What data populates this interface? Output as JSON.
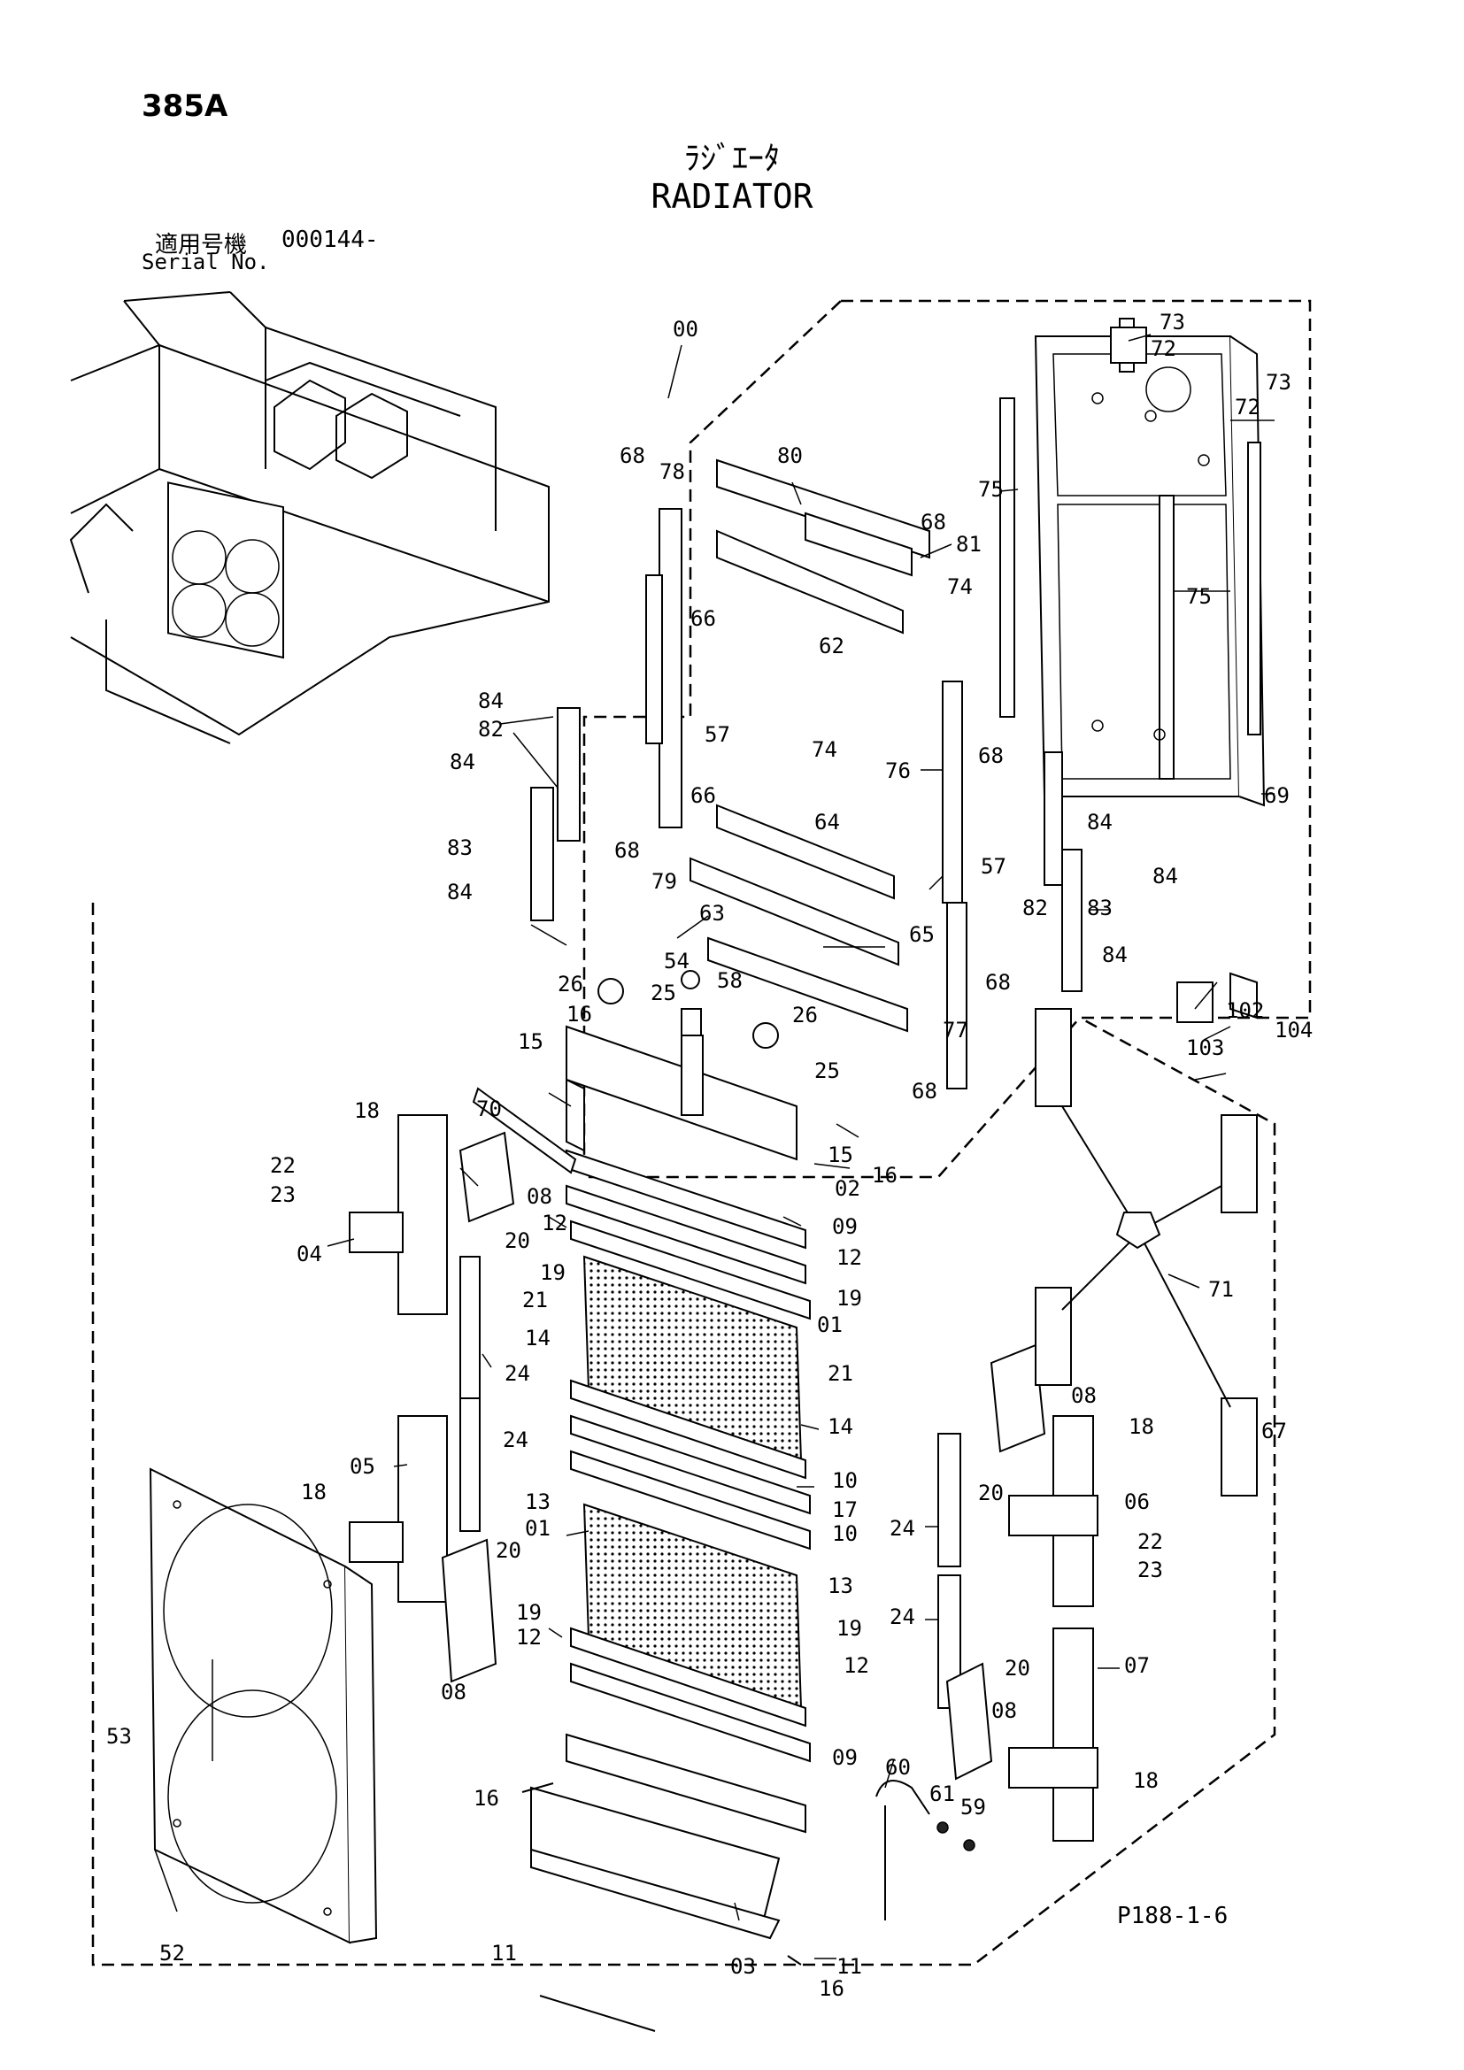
{
  "header": {
    "model": "385A",
    "title_jp": "ﾗｼﾞｴｰﾀ",
    "title_en": "RADIATOR",
    "serial_label_jp": "適用号機",
    "serial_value": "000144-",
    "serial_label_en": "Serial No."
  },
  "footer": {
    "page_ref": "P188-1-6"
  },
  "callouts": [
    {
      "id": "c00",
      "label": "00"
    },
    {
      "id": "c73a",
      "label": "73"
    },
    {
      "id": "c72a",
      "label": "72"
    },
    {
      "id": "c72b",
      "label": "72"
    },
    {
      "id": "c73b",
      "label": "73"
    },
    {
      "id": "c68a",
      "label": "68"
    },
    {
      "id": "c78",
      "label": "78"
    },
    {
      "id": "c80",
      "label": "80"
    },
    {
      "id": "c75a",
      "label": "75"
    },
    {
      "id": "c68b",
      "label": "68"
    },
    {
      "id": "c81",
      "label": "81"
    },
    {
      "id": "c75b",
      "label": "75"
    },
    {
      "id": "c74a",
      "label": "74"
    },
    {
      "id": "c66a",
      "label": "66"
    },
    {
      "id": "c62",
      "label": "62"
    },
    {
      "id": "c84a",
      "label": "84"
    },
    {
      "id": "c82a",
      "label": "82"
    },
    {
      "id": "c57a",
      "label": "57"
    },
    {
      "id": "c68c",
      "label": "68"
    },
    {
      "id": "c84b",
      "label": "84"
    },
    {
      "id": "c74b",
      "label": "74"
    },
    {
      "id": "c76",
      "label": "76"
    },
    {
      "id": "c69",
      "label": "69"
    },
    {
      "id": "c66b",
      "label": "66"
    },
    {
      "id": "c64",
      "label": "64"
    },
    {
      "id": "c84c",
      "label": "84"
    },
    {
      "id": "c83a",
      "label": "83"
    },
    {
      "id": "c68d",
      "label": "68"
    },
    {
      "id": "c57b",
      "label": "57"
    },
    {
      "id": "c84d",
      "label": "84"
    },
    {
      "id": "c79",
      "label": "79"
    },
    {
      "id": "c63",
      "label": "63"
    },
    {
      "id": "c82b",
      "label": "82"
    },
    {
      "id": "c83b",
      "label": "83"
    },
    {
      "id": "c84e",
      "label": "84"
    },
    {
      "id": "c65",
      "label": "65"
    },
    {
      "id": "c54",
      "label": "54"
    },
    {
      "id": "c84f",
      "label": "84"
    },
    {
      "id": "c68e",
      "label": "68"
    },
    {
      "id": "c26a",
      "label": "26"
    },
    {
      "id": "c25a",
      "label": "25"
    },
    {
      "id": "c58",
      "label": "58"
    },
    {
      "id": "c104",
      "label": "104"
    },
    {
      "id": "c16a",
      "label": "16"
    },
    {
      "id": "c26b",
      "label": "26"
    },
    {
      "id": "c102",
      "label": "102"
    },
    {
      "id": "c15a",
      "label": "15"
    },
    {
      "id": "c77",
      "label": "77"
    },
    {
      "id": "c103",
      "label": "103"
    },
    {
      "id": "c25b",
      "label": "25"
    },
    {
      "id": "c68f",
      "label": "68"
    },
    {
      "id": "c18a",
      "label": "18"
    },
    {
      "id": "c70",
      "label": "70"
    },
    {
      "id": "c15b",
      "label": "15"
    },
    {
      "id": "c16b",
      "label": "16"
    },
    {
      "id": "c22a",
      "label": "22"
    },
    {
      "id": "c02",
      "label": "02"
    },
    {
      "id": "c23a",
      "label": "23"
    },
    {
      "id": "c08a",
      "label": "08"
    },
    {
      "id": "c12a",
      "label": "12"
    },
    {
      "id": "c09a",
      "label": "09"
    },
    {
      "id": "c04",
      "label": "04"
    },
    {
      "id": "c20a",
      "label": "20"
    },
    {
      "id": "c12b",
      "label": "12"
    },
    {
      "id": "c19a",
      "label": "19"
    },
    {
      "id": "c19b",
      "label": "19"
    },
    {
      "id": "c71",
      "label": "71"
    },
    {
      "id": "c21a",
      "label": "21"
    },
    {
      "id": "c01a",
      "label": "01"
    },
    {
      "id": "c14a",
      "label": "14"
    },
    {
      "id": "c24a",
      "label": "24"
    },
    {
      "id": "c21b",
      "label": "21"
    },
    {
      "id": "c08b",
      "label": "08"
    },
    {
      "id": "c67",
      "label": "67"
    },
    {
      "id": "c14b",
      "label": "14"
    },
    {
      "id": "c24b",
      "label": "24"
    },
    {
      "id": "c18b",
      "label": "18"
    },
    {
      "id": "c05",
      "label": "05"
    },
    {
      "id": "c10a",
      "label": "10"
    },
    {
      "id": "c20b",
      "label": "20"
    },
    {
      "id": "c06",
      "label": "06"
    },
    {
      "id": "c18c",
      "label": "18"
    },
    {
      "id": "c13a",
      "label": "13"
    },
    {
      "id": "c17",
      "label": "17"
    },
    {
      "id": "c24c",
      "label": "24"
    },
    {
      "id": "c01b",
      "label": "01"
    },
    {
      "id": "c10b",
      "label": "10"
    },
    {
      "id": "c22b",
      "label": "22"
    },
    {
      "id": "c20c",
      "label": "20"
    },
    {
      "id": "c23b",
      "label": "23"
    },
    {
      "id": "c13b",
      "label": "13"
    },
    {
      "id": "c24d",
      "label": "24"
    },
    {
      "id": "c19c",
      "label": "19"
    },
    {
      "id": "c19d",
      "label": "19"
    },
    {
      "id": "c12c",
      "label": "12"
    },
    {
      "id": "c12d",
      "label": "12"
    },
    {
      "id": "c07",
      "label": "07"
    },
    {
      "id": "c53",
      "label": "53"
    },
    {
      "id": "c08c",
      "label": "08"
    },
    {
      "id": "c20d",
      "label": "20"
    },
    {
      "id": "c08d",
      "label": "08"
    },
    {
      "id": "c09b",
      "label": "09"
    },
    {
      "id": "c18d",
      "label": "18"
    },
    {
      "id": "c60",
      "label": "60"
    },
    {
      "id": "c16c",
      "label": "16"
    },
    {
      "id": "c61",
      "label": "61"
    },
    {
      "id": "c59",
      "label": "59"
    },
    {
      "id": "c11a",
      "label": "11"
    },
    {
      "id": "c11b",
      "label": "11"
    },
    {
      "id": "c52",
      "label": "52"
    },
    {
      "id": "c03",
      "label": "03"
    },
    {
      "id": "c16d",
      "label": "16"
    }
  ]
}
